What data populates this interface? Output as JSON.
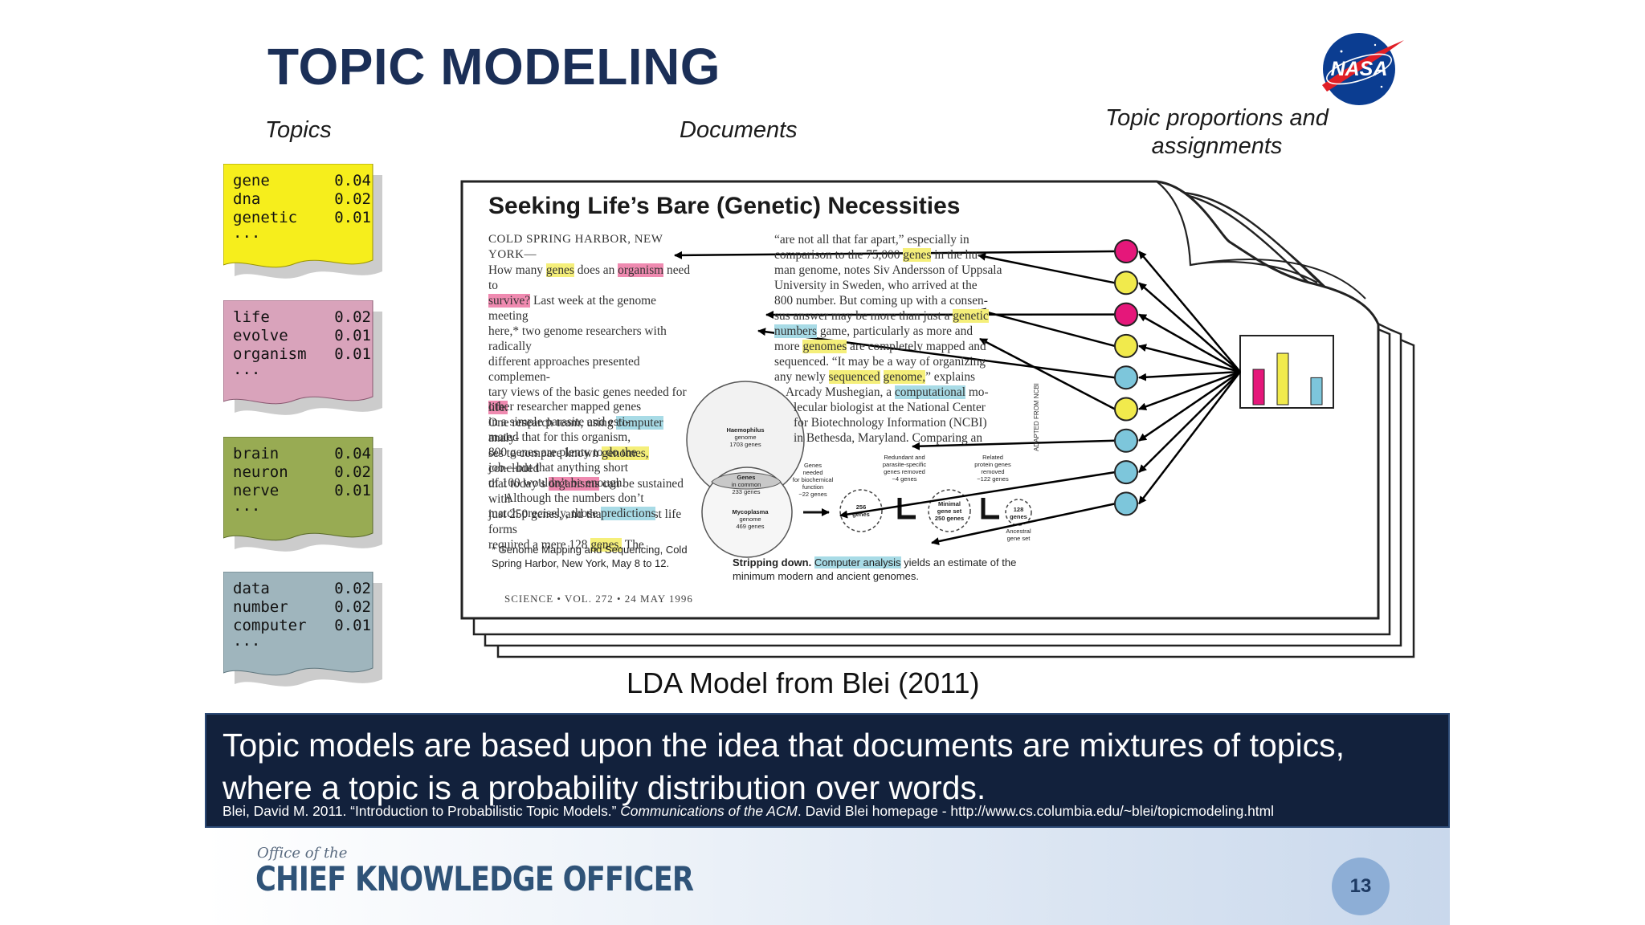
{
  "slide": {
    "title": "TOPIC MODELING",
    "logo_text": "NASA",
    "page_number": "13"
  },
  "labels": {
    "topics": "Topics",
    "documents": "Documents",
    "proportions_line1": "Topic proportions and",
    "proportions_line2": "assignments"
  },
  "topics": [
    {
      "color": "#f6ee1c",
      "words": [
        {
          "word": "gene",
          "prob": "0.04"
        },
        {
          "word": "dna",
          "prob": "0.02"
        },
        {
          "word": "genetic",
          "prob": "0.01"
        }
      ],
      "ellipsis": "..."
    },
    {
      "color": "#d9a3bb",
      "words": [
        {
          "word": "life",
          "prob": "0.02"
        },
        {
          "word": "evolve",
          "prob": "0.01"
        },
        {
          "word": "organism",
          "prob": "0.01"
        }
      ],
      "ellipsis": "..."
    },
    {
      "color": "#98ab53",
      "words": [
        {
          "word": "brain",
          "prob": "0.04"
        },
        {
          "word": "neuron",
          "prob": "0.02"
        },
        {
          "word": "nerve",
          "prob": "0.01"
        }
      ],
      "ellipsis": "..."
    },
    {
      "color": "#9fb5bd",
      "words": [
        {
          "word": "data",
          "prob": "0.02"
        },
        {
          "word": "number",
          "prob": "0.02"
        },
        {
          "word": "computer",
          "prob": "0.01"
        }
      ],
      "ellipsis": "..."
    }
  ],
  "document": {
    "title": "Seeking Life’s Bare (Genetic) Necessities",
    "dateline": "COLD SPRING HARBOR, NEW YORK—",
    "left_col": {
      "l1a": "How many ",
      "l1b": "genes",
      "l1c": " does an ",
      "l1d": "organism",
      "l1e": " need to",
      "l2a": "survive?",
      "l2b": " Last week at the genome meeting",
      "l3": "here,* two genome researchers with radically",
      "l4": "different approaches presented complemen-",
      "l5a": "tary views of the basic genes needed for ",
      "l5b": "life.",
      "l6a": "One research team, using ",
      "l6b": "computer",
      "l6c": " analy-",
      "l7a": "ses to compare known ",
      "l7b": "genomes,",
      "l7c": " concluded",
      "l8a": "that today’s ",
      "l8b": "organisms",
      "l8c": " can be sustained with",
      "l9": "just 250 genes, and that the earliest life forms",
      "l10a": "required a mere 128 ",
      "l10b": "genes.",
      "l10c": " The"
    },
    "left_col2": {
      "l1": "other researcher mapped genes",
      "l2": "in a simple parasite and esti-",
      "l3": "mated that for this organism,",
      "l4": "800 genes are plenty to do the",
      "l5": "job—but that anything short",
      "l6": "of 100 wouldn’t be enough.",
      "l7": "Although the numbers don’t",
      "l8a": "match precisely, those ",
      "l8b": "predictions"
    },
    "right_col": {
      "l1": "“are not all that far apart,” especially in",
      "l2a": "comparison to the 75,000 ",
      "l2b": "genes",
      "l2c": " in the hu-",
      "l3": "man genome, notes Siv Andersson of Uppsala",
      "l4": "University in Sweden, who arrived at the",
      "l5": "800 number. But coming up with a consen-",
      "l6a": "sus answer may be more than just a ",
      "l6b": "genetic",
      "l7a": "numbers",
      "l7b": " game, particularly as more and",
      "l8a": "more ",
      "l8b": "genomes",
      "l8c": " are completely mapped and",
      "l9": "sequenced. “It may be a way of organizing",
      "l10a": "any newly ",
      "l10b": "sequenced",
      "l10c": " ",
      "l10d": "genome,",
      "l10e": "” explains",
      "l11a": "Arcady Mushegian, a ",
      "l11b": "computational",
      "l11c": " mo-",
      "l12": "lecular biologist at the National Center",
      "l13": "for Biotechnology Information (NCBI)",
      "l14": "in Bethesda, Maryland. Comparing an"
    },
    "footnote": "* Genome Mapping and Sequencing, Cold Spring Harbor, New York, May 8 to 12.",
    "figure_caption_a": "Stripping down.",
    "figure_caption_b": "Computer analysis",
    "figure_caption_c": " yields an estimate of the minimum modern and ancient genomes.",
    "journal": "SCIENCE  •  VOL. 272  •  24 MAY 1996",
    "side_credit": "ADAPTED FROM NCBI",
    "figure": {
      "haemophilus_1": "Haemophilus",
      "haemophilus_2": "genome",
      "haemophilus_3": "1703 genes",
      "mycoplasma_1": "Mycoplasma",
      "mycoplasma_2": "genome",
      "mycoplasma_3": "469 genes",
      "common_1": "Genes",
      "common_2": "in common",
      "common_3": "233 genes",
      "needed_1": "Genes",
      "needed_2": "needed",
      "needed_3": "for biochemical",
      "needed_4": "function",
      "needed_5": "~22 genes",
      "redundant_1": "Redundant and",
      "redundant_2": "parasite-specific",
      "redundant_3": "genes removed",
      "redundant_4": "−4 genes",
      "related_1": "Related",
      "related_2": "protein genes",
      "related_3": "removed",
      "related_4": "−122 genes",
      "c256_1": "256",
      "c256_2": "genes",
      "minimal_1": "Minimal",
      "minimal_2": "gene set",
      "minimal_3": "250 genes",
      "c128_1": "128",
      "c128_2": "genes",
      "ancestral_1": "Ancestral",
      "ancestral_2": "gene set"
    }
  },
  "colors": {
    "pink": "#e5177a",
    "yellow": "#f1ea4c",
    "blue": "#7dc6db",
    "title": "#1b2f57",
    "banner": "#12213c"
  },
  "proportion_nodes": [
    "pink",
    "yellow",
    "pink",
    "yellow",
    "blue",
    "yellow",
    "blue",
    "blue",
    "blue"
  ],
  "histogram": [
    {
      "topic": "pink",
      "value": 0.55
    },
    {
      "topic": "yellow",
      "value": 0.8
    },
    {
      "topic": "blue",
      "value": 0.42
    }
  ],
  "caption": "LDA Model from Blei (2011)",
  "summary": "Topic models are based upon the idea that documents are mixtures of topics, where a topic is a probability distribution over words.",
  "citation": {
    "before": "Blei, David M. 2011. “Introduction to Probabilistic Topic Models.” ",
    "journal": "Communications of the ACM",
    "after": ". David Blei homepage - http://www.cs.columbia.edu/~blei/topicmodeling.html"
  },
  "footer": {
    "office_of": "Office of the",
    "cko": "CHIEF KNOWLEDGE OFFICER"
  }
}
